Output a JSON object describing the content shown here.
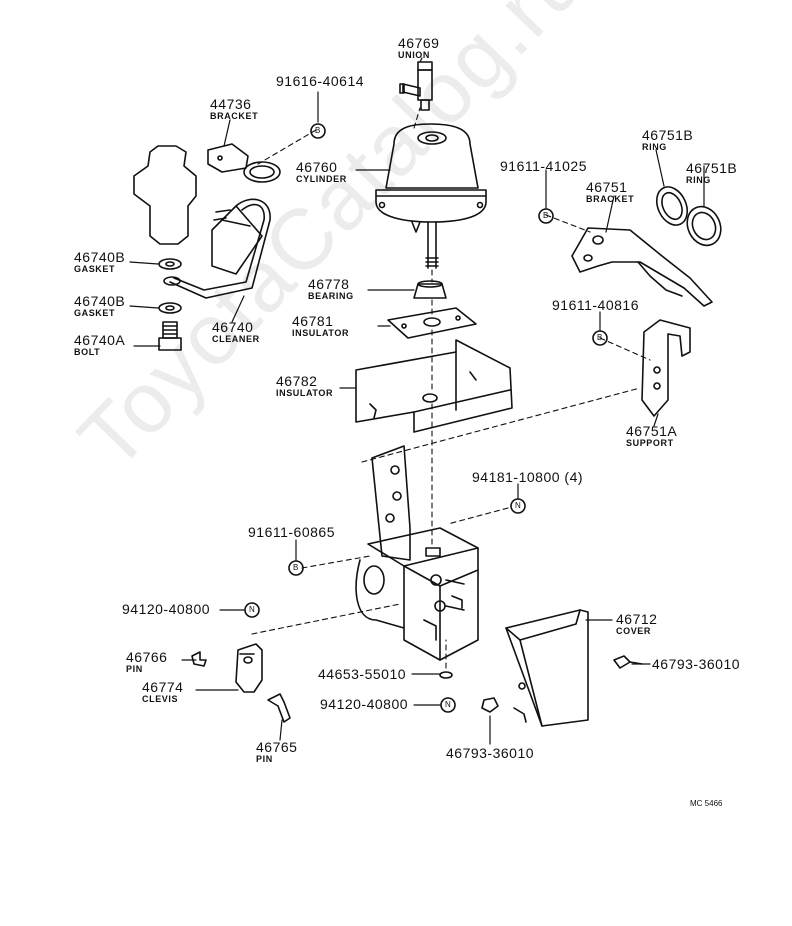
{
  "watermark": "ToyotaCatalog.ru",
  "drawing_code": "MC 5466",
  "parts": [
    {
      "id": "union",
      "number": "46769",
      "name": "UNION"
    },
    {
      "id": "bolt-b-top",
      "number": "91616-40614",
      "name": ""
    },
    {
      "id": "bracket-44736",
      "number": "44736",
      "name": "BRACKET"
    },
    {
      "id": "cylinder",
      "number": "46760",
      "name": "CYLINDER"
    },
    {
      "id": "ring-1",
      "number": "46751B",
      "name": "RING"
    },
    {
      "id": "ring-2",
      "number": "46751B",
      "name": "RING"
    },
    {
      "id": "bolt-b-41025",
      "number": "91611-41025",
      "name": ""
    },
    {
      "id": "bracket-46751",
      "number": "46751",
      "name": "BRACKET"
    },
    {
      "id": "gasket-1",
      "number": "46740B",
      "name": "GASKET"
    },
    {
      "id": "bearing",
      "number": "46778",
      "name": "BEARING"
    },
    {
      "id": "gasket-2",
      "number": "46740B",
      "name": "GASKET"
    },
    {
      "id": "bolt-b-40816",
      "number": "91611-40816",
      "name": ""
    },
    {
      "id": "insulator-46781",
      "number": "46781",
      "name": "INSULATOR"
    },
    {
      "id": "cleaner",
      "number": "46740",
      "name": "CLEANER"
    },
    {
      "id": "bolt-46740a",
      "number": "46740A",
      "name": "BOLT"
    },
    {
      "id": "insulator-46782",
      "number": "46782",
      "name": "INSULATOR"
    },
    {
      "id": "support",
      "number": "46751A",
      "name": "SUPPORT"
    },
    {
      "id": "nut-94181",
      "number": "94181-10800 (4)",
      "name": ""
    },
    {
      "id": "bolt-b-60865",
      "number": "91611-60865",
      "name": ""
    },
    {
      "id": "nut-94120-a",
      "number": "94120-40800",
      "name": ""
    },
    {
      "id": "cover",
      "number": "46712",
      "name": "COVER"
    },
    {
      "id": "pin-46766",
      "number": "46766",
      "name": "PIN"
    },
    {
      "id": "bolt-36010-a",
      "number": "46793-36010",
      "name": ""
    },
    {
      "id": "clevis",
      "number": "46774",
      "name": "CLEVIS"
    },
    {
      "id": "washer-44653",
      "number": "44653-55010",
      "name": ""
    },
    {
      "id": "nut-94120-b",
      "number": "94120-40800",
      "name": ""
    },
    {
      "id": "pin-46765",
      "number": "46765",
      "name": "PIN"
    },
    {
      "id": "bolt-36010-b",
      "number": "46793-36010",
      "name": ""
    }
  ],
  "fastener_markers": [
    {
      "id": "B",
      "letter": "B"
    },
    {
      "id": "N",
      "letter": "N"
    }
  ]
}
